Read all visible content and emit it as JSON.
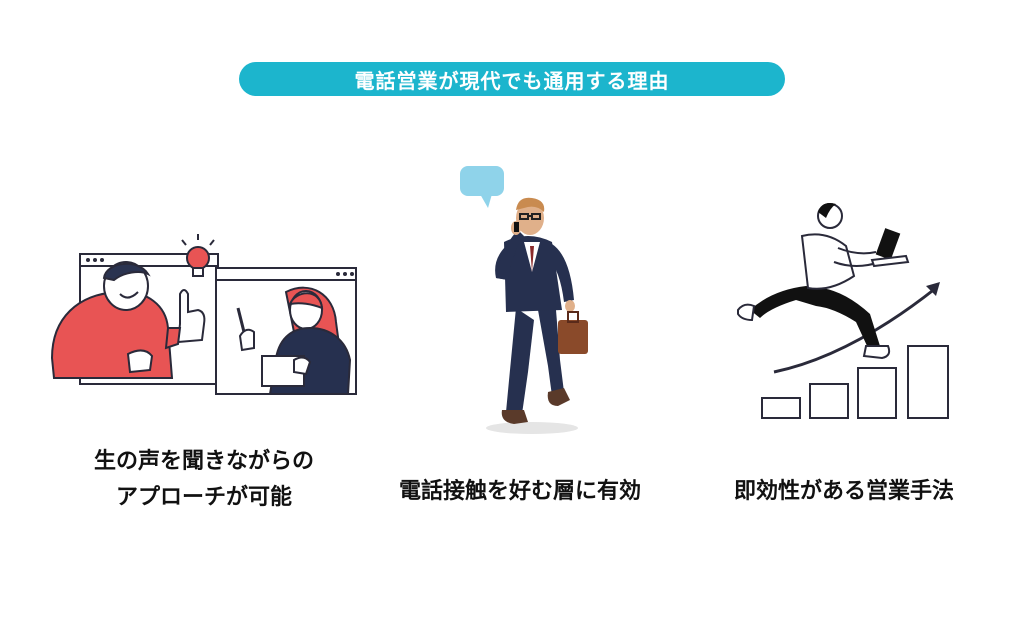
{
  "title": "電話営業が現代でも通用する理由",
  "colors": {
    "accent": "#1CB5CD",
    "illustration_red": "#E85454",
    "suit_navy": "#26304F",
    "speech_bubble": "#8FD3EA"
  },
  "cards": [
    {
      "icon": "video-call-illustration",
      "lines": [
        "生の声を聞きながらの",
        "アプローチが可能"
      ]
    },
    {
      "icon": "businessman-phone-illustration",
      "lines": [
        "電話接触を好む層に有効"
      ]
    },
    {
      "icon": "growth-runner-illustration",
      "lines": [
        "即効性がある営業手法"
      ]
    }
  ]
}
